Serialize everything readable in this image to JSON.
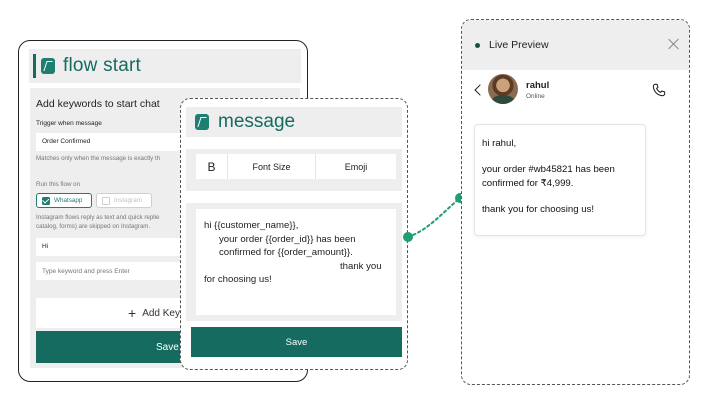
{
  "flow_start": {
    "title": "flow start",
    "section_title": "Add keywords to start chat",
    "trigger_label": "Trigger when message",
    "trigger_value": "Order Confirmed",
    "match_hint": "Matches only when the message is exactly th",
    "run_label": "Run this flow on",
    "channels": [
      {
        "label": "Whatsapp",
        "checked": true
      },
      {
        "label": "Instagram",
        "checked": false
      }
    ],
    "instagram_hint_1": "Instagram flows reply as text and quick replie",
    "instagram_hint_2": "catalog, forms) are skipped on Instagram.",
    "keyword_chip": "Hi",
    "keyword_placeholder": "Type keyword and press Enter",
    "add_button": "Add Key",
    "save_button": "Save"
  },
  "message": {
    "title": "message",
    "toolbar": {
      "bold": "B",
      "font_size": "Font Size",
      "emoji": "Emoji"
    },
    "body_lines": [
      "hi {{customer_name}},",
      "your order {{order_id}} has been",
      "confirmed for {{order_amount}}.",
      "thank you",
      "for choosing us!"
    ],
    "save_button": "Save"
  },
  "preview": {
    "title": "Live Preview",
    "contact_name": "rahul",
    "contact_status": "Online",
    "bubble": {
      "greeting": "hi rahul,",
      "line_1": "your order #wb45821 has been",
      "line_2": "confirmed for ₹4,999.",
      "closing": "thank you for choosing us!"
    }
  },
  "colors": {
    "brand": "#166b61",
    "panel": "#eeeeee",
    "connector": "#1f9e6f"
  }
}
